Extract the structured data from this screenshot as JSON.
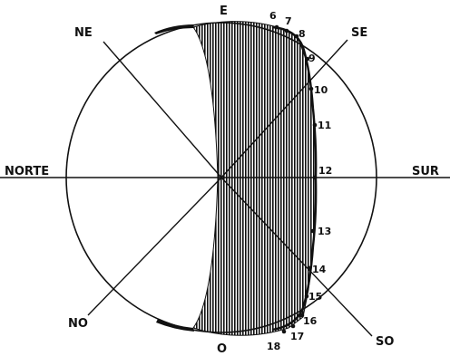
{
  "directions": {
    "north": "NORTE",
    "south": "SUR",
    "east": "E",
    "west": "O",
    "northeast": "NE",
    "southeast": "SE",
    "northwest": "NO",
    "southwest": "SO"
  },
  "hours": [
    "6",
    "7",
    "8",
    "9",
    "10",
    "11",
    "12",
    "13",
    "14",
    "15",
    "16",
    "17",
    "18"
  ],
  "colors": {
    "ink": "#111111",
    "paper": "#ffffff"
  }
}
